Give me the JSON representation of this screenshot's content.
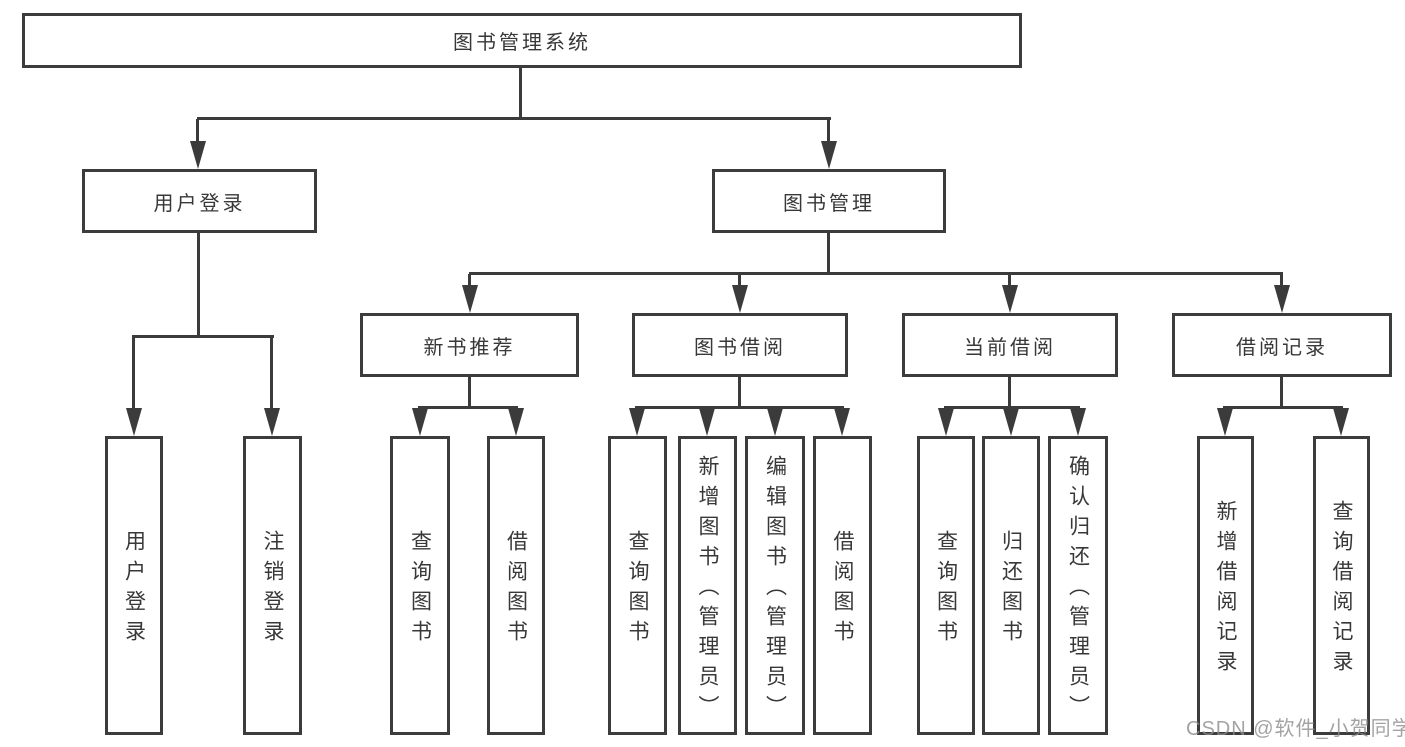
{
  "diagram": {
    "root": {
      "label": "图书管理系统"
    },
    "level2": [
      {
        "label": "用户登录"
      },
      {
        "label": "图书管理"
      }
    ],
    "level3": [
      {
        "label": "新书推荐"
      },
      {
        "label": "图书借阅"
      },
      {
        "label": "当前借阅"
      },
      {
        "label": "借阅记录"
      }
    ],
    "leaves": {
      "user_login": [
        {
          "label": "用户登录"
        },
        {
          "label": "注销登录"
        }
      ],
      "new_book_recommend": [
        {
          "label": "查询图书"
        },
        {
          "label": "借阅图书"
        }
      ],
      "book_borrow": [
        {
          "label": "查询图书"
        },
        {
          "label": "新增图书（管理员）"
        },
        {
          "label": "编辑图书（管理员）"
        },
        {
          "label": "借阅图书"
        }
      ],
      "current_borrow": [
        {
          "label": "查询图书"
        },
        {
          "label": "归还图书"
        },
        {
          "label": "确认归还（管理员）"
        }
      ],
      "borrow_records": [
        {
          "label": "新增借阅记录"
        },
        {
          "label": "查询借阅记录"
        }
      ]
    },
    "watermark": "CSDN @软件_小贺同学",
    "colors": {
      "line": "#3b3b3b",
      "box_border": "#3c3c3c",
      "text": "#383838",
      "watermark": "#8c8c8c",
      "background": "#ffffff"
    }
  }
}
